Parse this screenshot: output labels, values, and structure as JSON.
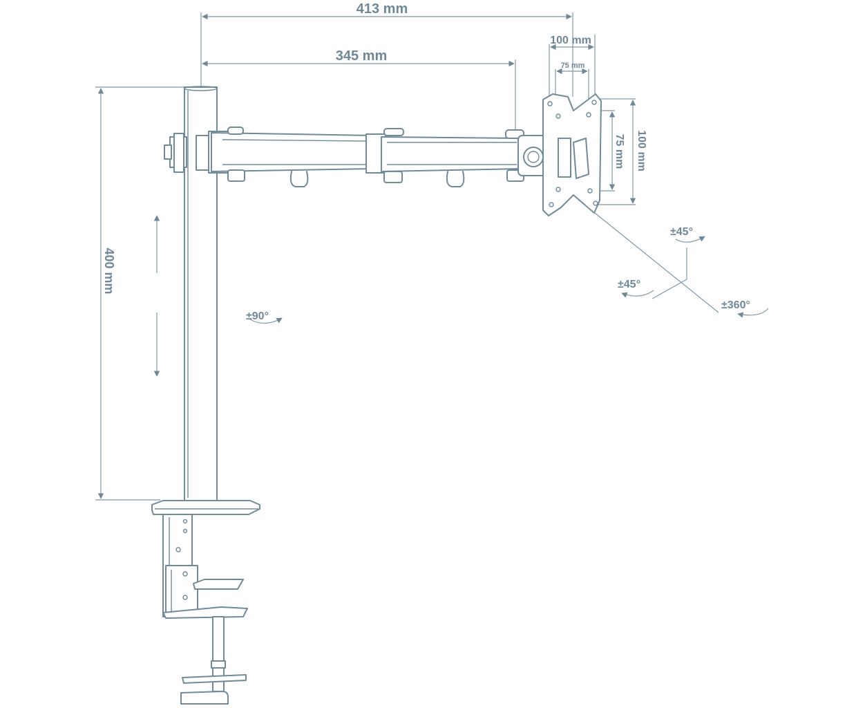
{
  "dimensions": {
    "arm_reach_total": "413 mm",
    "arm_reach_inner": "345 mm",
    "vesa_width_large": "100 mm",
    "vesa_width_small": "75 mm",
    "vesa_height_large": "100 mm",
    "vesa_height_small": "75 mm",
    "pole_height": "400 mm"
  },
  "rotations": {
    "pole_swivel": "±90°",
    "tilt_top": "±45°",
    "swivel_left": "±45°",
    "rotation": "±360°"
  },
  "colors": {
    "line": "#6f8a99",
    "label": "#6e8898"
  }
}
